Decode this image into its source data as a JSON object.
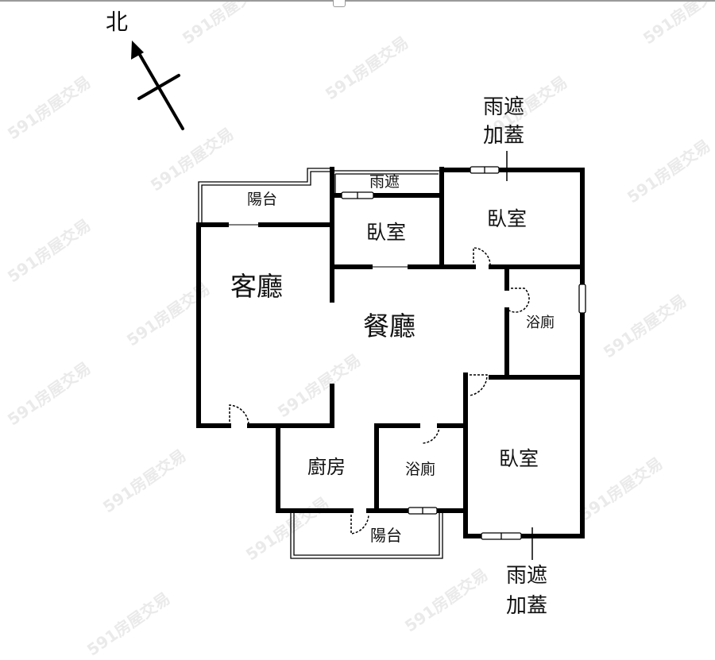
{
  "compass": {
    "label": "北"
  },
  "rooms": {
    "balcony_top": "陽台",
    "rain_shelter_top": "雨遮",
    "bedroom_top_left": "臥室",
    "bedroom_top_right": "臥室",
    "living_room": "客廳",
    "dining_room": "餐廳",
    "bathroom_right": "浴廁",
    "kitchen": "廚房",
    "bathroom_bottom": "浴廁",
    "bedroom_bottom_right": "臥室",
    "balcony_bottom": "陽台"
  },
  "annotations": {
    "top_note_line1": "雨遮",
    "top_note_line2": "加蓋",
    "bottom_note_line1": "雨遮",
    "bottom_note_line2": "加蓋"
  },
  "watermark": {
    "text": "591房屋交易"
  },
  "colors": {
    "wall": "#000000",
    "background": "#ffffff",
    "watermark": "#a0a0a0"
  }
}
